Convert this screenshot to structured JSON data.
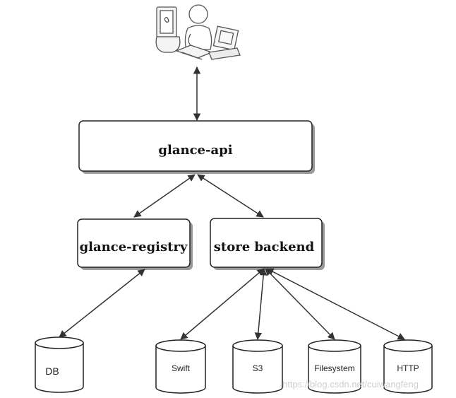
{
  "user_icon": "user-at-computer-icon",
  "colors": {
    "box_stroke": "#222222",
    "box_fill": "#ffffff",
    "shadow": "#9a9a9a",
    "line": "#333333"
  },
  "nodes": {
    "api": "glance-api",
    "registry": "glance-registry",
    "store": "store backend"
  },
  "stores": {
    "db": "DB",
    "swift": "Swift",
    "s3": "S3",
    "filesystem": "Filesystem",
    "http": "HTTP"
  },
  "watermark": "https://blog.csdn.net/cuiwangfeng"
}
